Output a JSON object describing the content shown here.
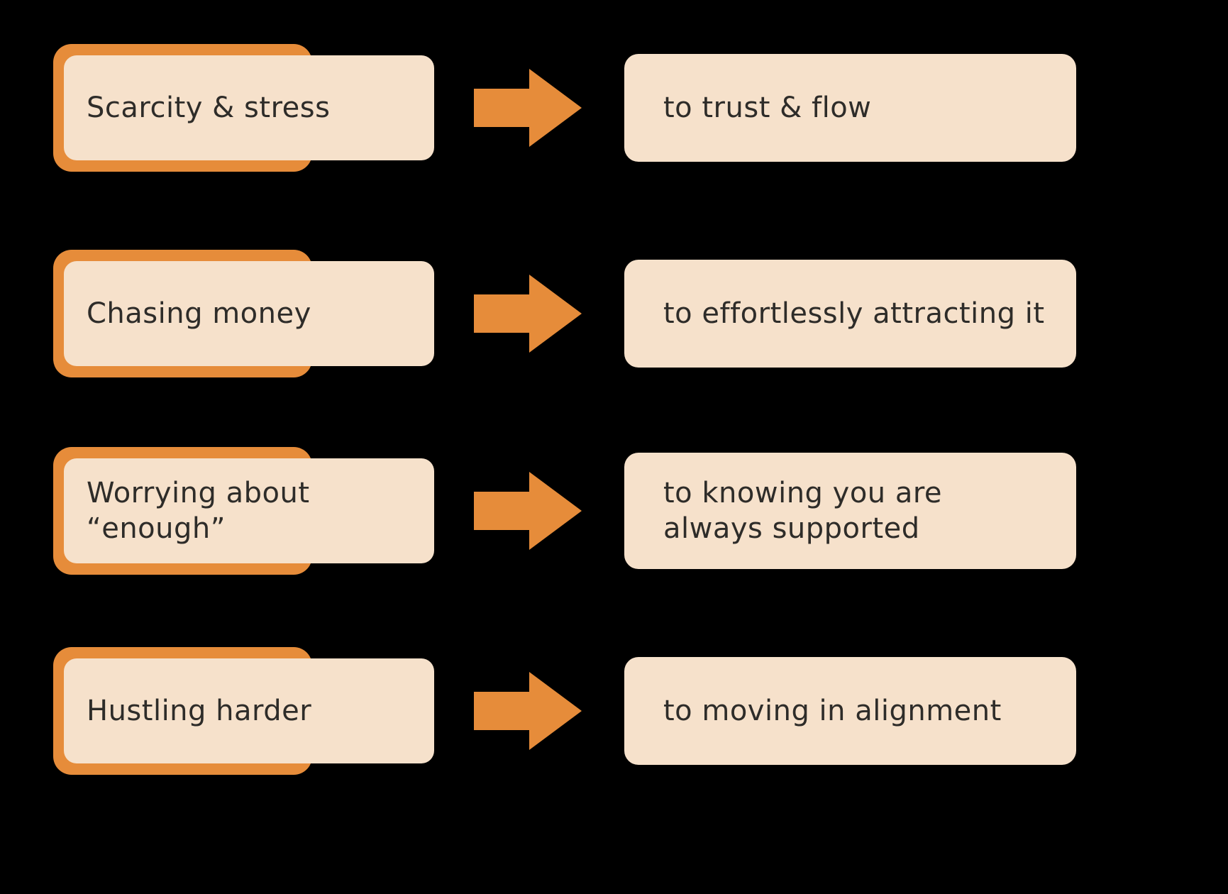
{
  "colors": {
    "orange": "#E68C3A",
    "cream": "#F6E1CB",
    "background": "#000000",
    "text": "#2E2C29"
  },
  "diagram": {
    "type": "transformation-list",
    "rows": [
      {
        "left": "Scarcity & stress",
        "right": "to trust & flow"
      },
      {
        "left": "Chasing money",
        "right": "to effortlessly attracting it"
      },
      {
        "left": "Worrying about “enough”",
        "right": "to knowing you are always supported"
      },
      {
        "left": "Hustling harder",
        "right": "to moving in alignment"
      }
    ]
  }
}
